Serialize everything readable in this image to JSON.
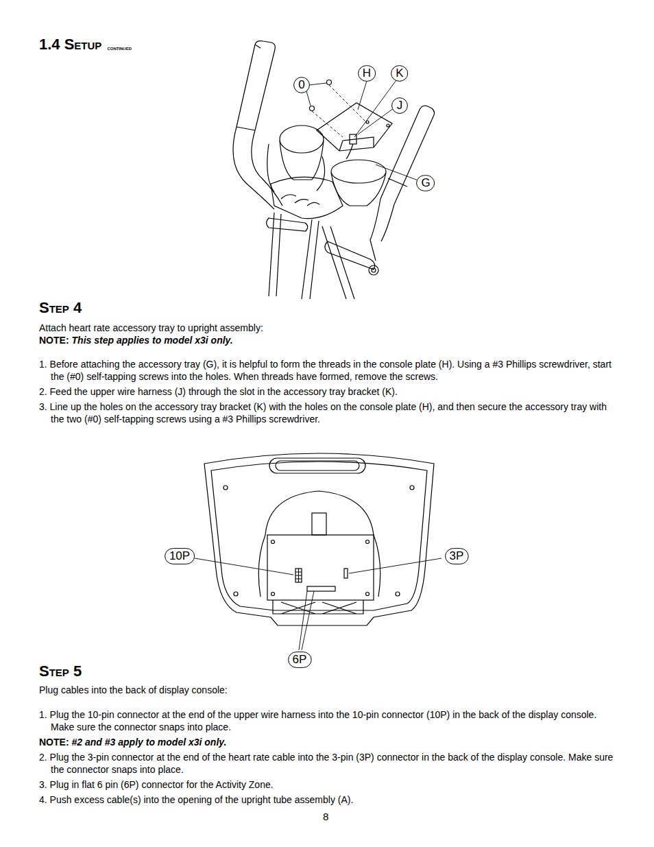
{
  "diagram": {
    "title": "1.4 Setup",
    "nodes": [
      {
        "text": [
          "0"
        ]
      },
      {
        "text": [
          "H"
        ]
      },
      {
        "text": [
          "K"
        ]
      },
      {
        "text": [
          "J"
        ]
      },
      {
        "text": [
          "G"
        ]
      },
      {
        "text": [
          "10P"
        ]
      },
      {
        "text": [
          "3P"
        ]
      },
      {
        "text": [
          "6P"
        ]
      }
    ],
    "labels": [
      "continued",
      "Step 4",
      "Attach heart rate accessory tray to upright assembly:",
      "NOTE:",
      "This step applies to model x3i only.",
      "1. Before attaching the accessory tray (G), it is helpful to form the threads in the console plate (H). Using a #3 Phillips screwdriver, start the (#0) self-tapping screws into the holes.  When threads have formed, remove the screws.",
      "2. Feed the upper wire harness (J) through the slot in the accessory tray bracket (K).",
      "3. Line up the holes on the accessory tray bracket (K) with the holes on the console plate (H), and then secure the accessory tray with the two (#0) self-tapping screws using a #3 Phillips screwdriver.",
      "Step 5",
      "Plug cables into the back of display console:",
      "1. Plug the 10-pin connector at the end of the upper wire harness into the 10-pin connector (10P) in the back of the display console.  Make sure the connector snaps into place.",
      "NOTE:",
      "#2 and #3 apply to model x3i only.",
      "2. Plug the 3-pin connector at the end of the heart rate cable into the 3-pin (3P) connector in the back of the display console. Make sure the connector snaps into place.",
      "3. Plug in flat 6 pin (6P) connector for the Activity Zone.",
      "4. Push excess cable(s) into the opening of the upright tube assembly (A).",
      "8"
    ]
  }
}
